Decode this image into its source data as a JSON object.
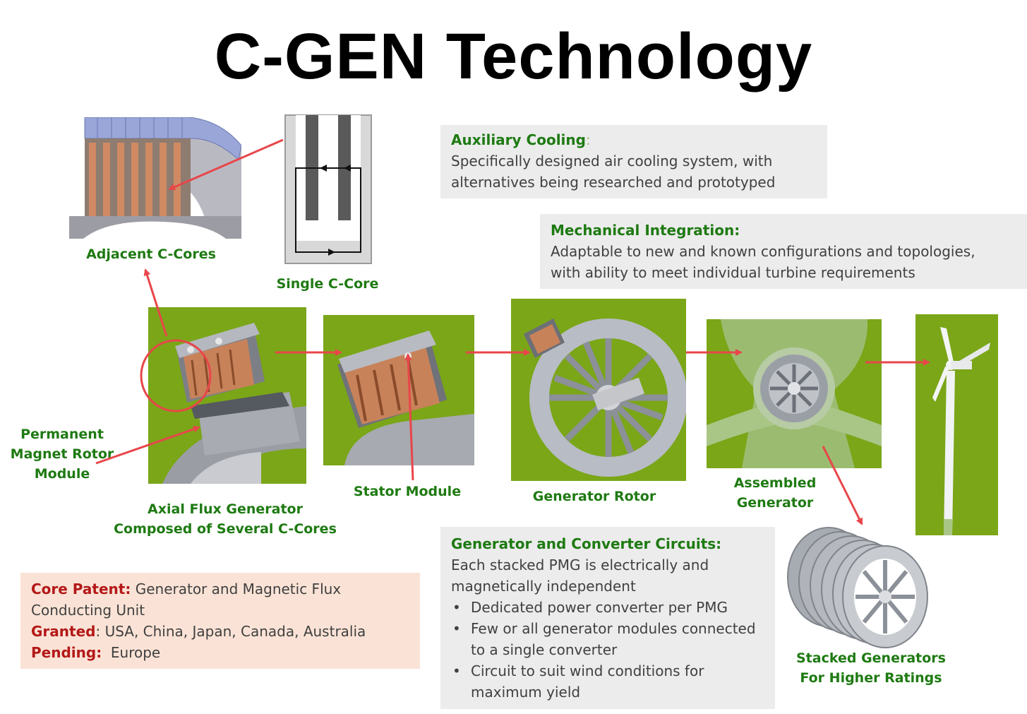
{
  "title": "C-GEN Technology",
  "labels": {
    "adjacent_c_cores": "Adjacent C-Cores",
    "single_c_core": "Single C-Core",
    "pm_rotor_module": [
      "Permanent",
      "Magnet Rotor",
      "Module"
    ],
    "axial_flux": [
      "Axial Flux Generator",
      "Composed of Several C-Cores"
    ],
    "stator_module": "Stator Module",
    "generator_rotor": "Generator Rotor",
    "assembled_generator": [
      "Assembled",
      "Generator"
    ],
    "stacked_generators": [
      "Stacked Generators",
      "For Higher Ratings"
    ]
  },
  "auxiliary_cooling": {
    "heading": "Auxiliary Cooling",
    "colon": ":",
    "lines": [
      "Specifically designed air cooling system, with",
      "alternatives being researched and prototyped"
    ]
  },
  "mechanical_integration": {
    "heading": "Mechanical Integration:",
    "lines": [
      "Adaptable to new and known configurations and topologies,",
      "with ability to meet individual turbine requirements"
    ]
  },
  "converter_circuits": {
    "heading": "Generator and Converter Circuits:",
    "lines": [
      "Each stacked PMG is electrically and",
      "magnetically independent"
    ],
    "bullets": [
      [
        "Dedicated power converter per PMG"
      ],
      [
        "Few or all generator modules connected",
        "to a single converter"
      ],
      [
        "Circuit to suit wind conditions for",
        "maximum yield"
      ]
    ]
  },
  "patent": {
    "core_label": "Core Patent:",
    "core_text_1": " Generator and Magnetic Flux",
    "core_text_2": "Conducting Unit",
    "granted_label": "Granted",
    "granted_text": ": USA, China, Japan, Canada, Australia",
    "pending_label": "Pending:",
    "pending_text": "  Europe"
  },
  "colors": {
    "label_green": "#1e7a12",
    "arrow_red": "#e8464a",
    "panel_green": "#7aa618",
    "box_grey": "#ececec",
    "patent_bg": "#fae3d6",
    "patent_red": "#b41818"
  }
}
